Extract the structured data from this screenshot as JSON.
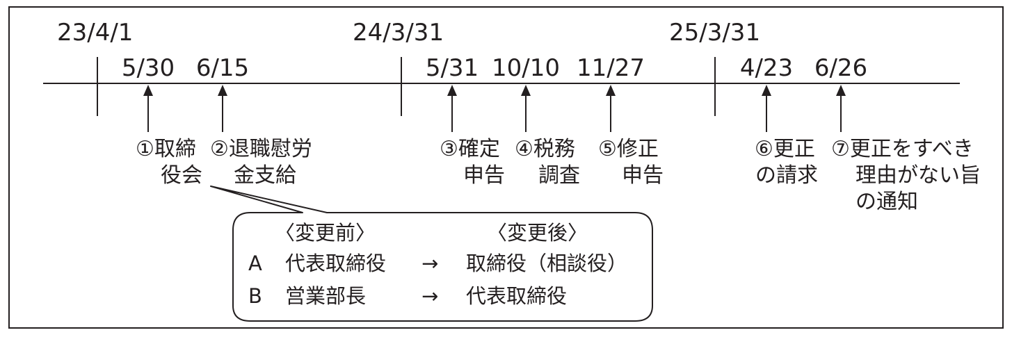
{
  "timeline": {
    "year_marks": [
      {
        "label": "23/4/1"
      },
      {
        "label": "24/3/31"
      },
      {
        "label": "25/3/31"
      }
    ],
    "events": [
      {
        "date": "5/30",
        "lines": [
          "①取締",
          "役会"
        ]
      },
      {
        "date": "6/15",
        "lines": [
          "②退職慰労",
          "金支給"
        ]
      },
      {
        "date": "5/31",
        "lines": [
          "③確定",
          "申告"
        ]
      },
      {
        "date": "10/10",
        "lines": [
          "④税務",
          "調査"
        ]
      },
      {
        "date": "11/27",
        "lines": [
          "⑤修正",
          "申告"
        ]
      },
      {
        "date": "4/23",
        "lines": [
          "⑥更正",
          "の請求"
        ]
      },
      {
        "date": "6/26",
        "lines": [
          "⑦更正をすべき",
          "理由がない旨",
          "の通知"
        ]
      }
    ]
  },
  "callout": {
    "header_before": "〈変更前〉",
    "header_after": "〈変更後〉",
    "rows": [
      {
        "key": "A",
        "before": "代表取締役",
        "arrow": "→",
        "after": "取締役（相談役）"
      },
      {
        "key": "B",
        "before": "営業部長",
        "arrow": "→",
        "after": "代表取締役"
      }
    ]
  },
  "colors": {
    "ink": "#231f20",
    "background": "#ffffff"
  }
}
